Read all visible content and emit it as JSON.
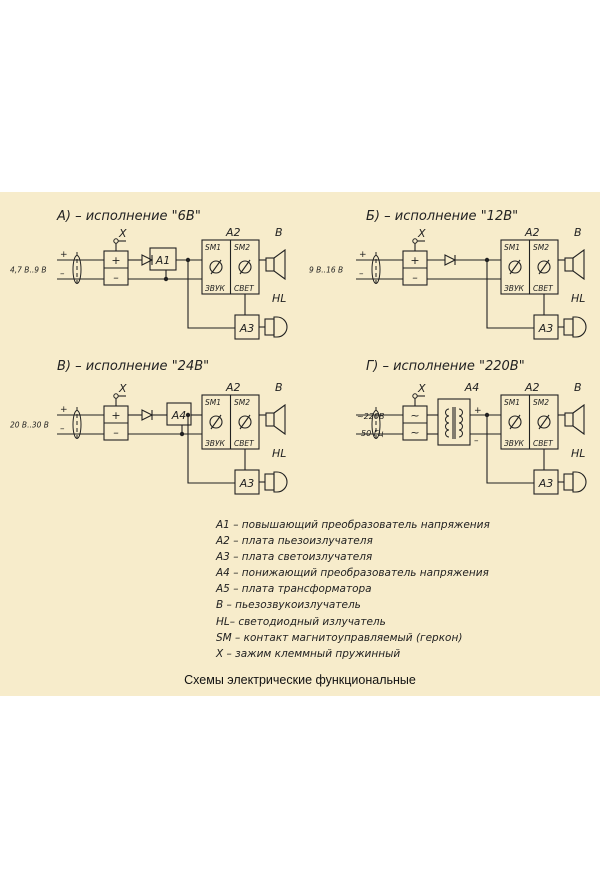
{
  "schemes": [
    {
      "title": "А) – исполнение  \"6В\"",
      "voltage": "4,7 В..9 В",
      "input_plus": "+",
      "input_minus": "–",
      "clamp_plus": "+",
      "clamp_minus": "–",
      "x_label": "X",
      "converter": "А1",
      "board": "А2",
      "sm1": "SM1",
      "sm2": "SM2",
      "sound": "ЗВУК",
      "light": "СВЕТ",
      "b_label": "В",
      "hl_label": "HL",
      "a3_label": "А3"
    },
    {
      "title": "Б) – исполнение  \"12В\"",
      "voltage": "9 В..16 В",
      "input_plus": "+",
      "input_minus": "–",
      "clamp_plus": "+",
      "clamp_minus": "–",
      "x_label": "X",
      "board": "А2",
      "sm1": "SM1",
      "sm2": "SM2",
      "sound": "ЗВУК",
      "light": "СВЕТ",
      "b_label": "В",
      "hl_label": "HL",
      "a3_label": "А3"
    },
    {
      "title": "В) – исполнение  \"24В\"",
      "voltage": "20 В..30 В",
      "input_plus": "+",
      "input_minus": "–",
      "clamp_plus": "+",
      "clamp_minus": "–",
      "x_label": "X",
      "converter": "А4",
      "board": "А2",
      "sm1": "SM1",
      "sm2": "SM2",
      "sound": "ЗВУК",
      "light": "СВЕТ",
      "b_label": "В",
      "hl_label": "HL",
      "a3_label": "А3"
    },
    {
      "title": "Г) – исполнение  \"220В\"",
      "voltage_line1": "~220В",
      "voltage_line2": "50 Гц",
      "clamp_plus": "~",
      "clamp_minus": "~",
      "x_label": "X",
      "transformer": "А4",
      "out_plus": "+",
      "out_minus": "–",
      "board": "А2",
      "sm1": "SM1",
      "sm2": "SM2",
      "sound": "ЗВУК",
      "light": "СВЕТ",
      "b_label": "В",
      "hl_label": "HL",
      "a3_label": "А3"
    }
  ],
  "legend": [
    "А1 – повышающий преобразователь напряжения",
    "А2 – плата пьезоизлучателя",
    "А3 – плата  светоизлучателя",
    "А4 – понижающий преобразователь напряжения",
    "А5 – плата трансформатора",
    "В –  пьезозвукоизлучатель",
    "HL– светодиодный излучатель",
    "SM – контакт магнитоуправляемый (геркон)",
    "X – зажим клеммный пружинный"
  ],
  "caption": "Схемы электрические функциональные",
  "colors": {
    "background": "#f7eccb",
    "line": "#222222"
  }
}
